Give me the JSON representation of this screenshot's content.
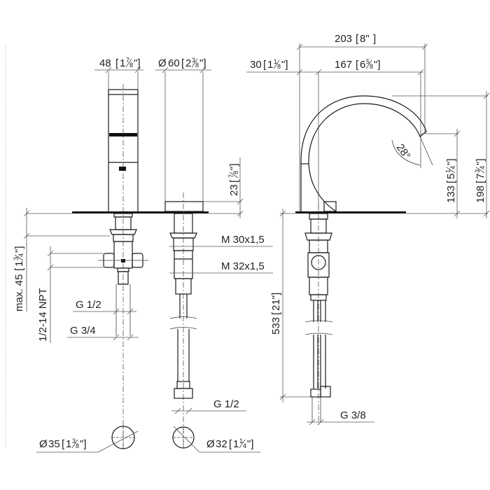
{
  "drawing": {
    "title": "Two-hole basin mixer technical drawing",
    "views": [
      "front-view-handle",
      "front-view-spout-base",
      "side-view-spout"
    ]
  },
  "dimensions": {
    "handle_width": {
      "mm": "48",
      "inch": "1⅞\""
    },
    "spout_base_diameter": {
      "mm": "Ø60",
      "inch": "2⅜\""
    },
    "total_projection": {
      "mm": "203",
      "inch": "8\""
    },
    "rear_offset": {
      "mm": "30",
      "inch": "1⅛\""
    },
    "spout_reach": {
      "mm": "167",
      "inch": "6⅝\""
    },
    "spout_height": {
      "mm": "198",
      "inch": "7¾\""
    },
    "outlet_height": {
      "mm": "133",
      "inch": "5¼\""
    },
    "outlet_angle": "28°",
    "base_ring_height": {
      "mm": "23",
      "inch": "⅞\""
    },
    "max_counter_thickness": {
      "mm": "max. 45",
      "inch": "1¾\""
    },
    "hose_length": {
      "mm": "533",
      "inch": "21\""
    },
    "handle_hole_diameter": {
      "mm": "Ø35",
      "inch": "1⅜\""
    },
    "spout_hole_diameter": {
      "mm": "Ø32",
      "inch": "1¼\""
    }
  },
  "labels": {
    "npt": "1/2-14 NPT",
    "g12_left": "G 1/2",
    "g34": "G 3/4",
    "m30": "M 30x1,5",
    "m32": "M 32x1,5",
    "g12_mid": "G 1/2",
    "g38": "G 3/8"
  },
  "text": {
    "d48": "48",
    "d48i": "1",
    "d48f": "7/8",
    "d60": "60",
    "d60i": "2",
    "d60f": "3/8",
    "d203": "203",
    "d203i": "8\"",
    "d30": "30",
    "d30i": "1",
    "d30f": "1/8",
    "d167": "167",
    "d167i": "6",
    "d167f": "5/8",
    "d198": "198",
    "d198i": "7",
    "d198f": "3/4",
    "d133": "133",
    "d133i": "5",
    "d133f": "1/4",
    "d23": "23",
    "d23f": "7/8",
    "dmax45": "max. 45",
    "dmax45i": "1",
    "dmax45f": "3/4",
    "d533": "533",
    "d533i": "21\"",
    "d35": "35",
    "d35i": "1",
    "d35f": "3/8",
    "d32": "32",
    "d32i": "1",
    "d32f": "1/4",
    "angle": "28°"
  }
}
